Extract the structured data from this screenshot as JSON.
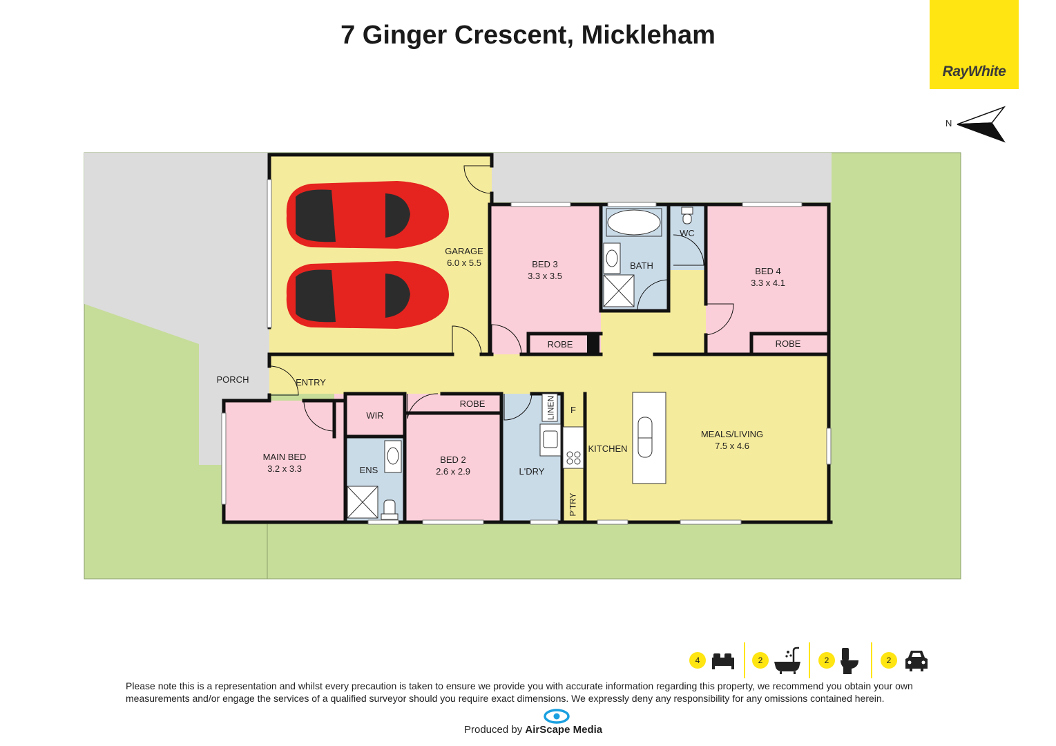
{
  "title": "7 Ginger Crescent, Mickleham",
  "agency": "RayWhite",
  "compass": "N",
  "colors": {
    "bedroom": "#fbcfd9",
    "living": "#f5eb9c",
    "wet": "#cadbe8",
    "outdoor_grass": "#c6dc99",
    "outdoor_paving": "#dcdcdc",
    "car": "#e5231f",
    "brand_yellow": "#ffe512"
  },
  "rooms": {
    "garage": {
      "name": "GARAGE",
      "dims": "6.0 x 5.5"
    },
    "bed3": {
      "name": "BED 3",
      "dims": "3.3 x 3.5"
    },
    "bath": {
      "name": "BATH"
    },
    "wc": {
      "name": "WC"
    },
    "bed4": {
      "name": "BED 4",
      "dims": "3.3 x 4.1"
    },
    "robe3": {
      "name": "ROBE"
    },
    "robe4": {
      "name": "ROBE"
    },
    "porch": {
      "name": "PORCH"
    },
    "entry": {
      "name": "ENTRY"
    },
    "wir": {
      "name": "WIR"
    },
    "robe2": {
      "name": "ROBE"
    },
    "linen": {
      "name": "LINEN"
    },
    "fridge": {
      "name": "F"
    },
    "main_bed": {
      "name": "MAIN BED",
      "dims": "3.2 x 3.3"
    },
    "ens": {
      "name": "ENS"
    },
    "bed2": {
      "name": "BED 2",
      "dims": "2.6 x 2.9"
    },
    "laundry": {
      "name": "L'DRY"
    },
    "kitchen": {
      "name": "KITCHEN"
    },
    "pantry": {
      "name": "P'TRY"
    },
    "meals_living": {
      "name": "MEALS/LIVING",
      "dims": "7.5 x 4.6"
    }
  },
  "features": {
    "bedrooms": "4",
    "bathrooms": "2",
    "toilets": "2",
    "car_spaces": "2"
  },
  "disclaimer": "Please note this is a representation and whilst every precaution is taken to ensure we provide you with accurate information regarding this property, we recommend you obtain your own measurements and/or engage the services of a qualified surveyor should you require exact dimensions. We expressly deny any responsibility for any omissions contained herein.",
  "produced_by": {
    "prefix": "Produced by",
    "company": "AirScape Media"
  }
}
